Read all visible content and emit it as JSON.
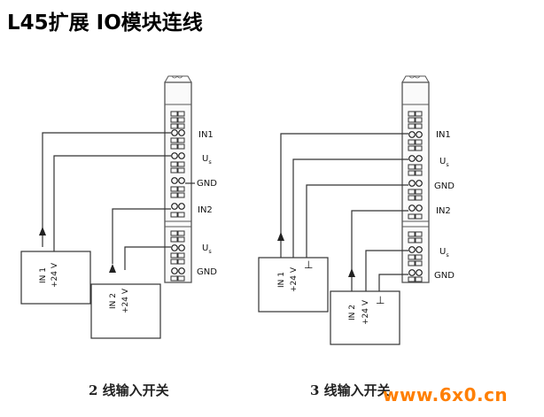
{
  "title": "L45扩展 IO模块连线",
  "captions": {
    "left": "2 线输入开关",
    "right": "3 线输入开关"
  },
  "terminals": {
    "in1": "IN1",
    "us": "U",
    "us_sub": "s",
    "gnd": "GND",
    "in2": "IN2"
  },
  "switch_labels": {
    "in1": "IN 1",
    "in2": "IN 2",
    "v24": "+24 V",
    "ground_symbol": "⊥"
  },
  "watermark": "www.6x0.cn"
}
